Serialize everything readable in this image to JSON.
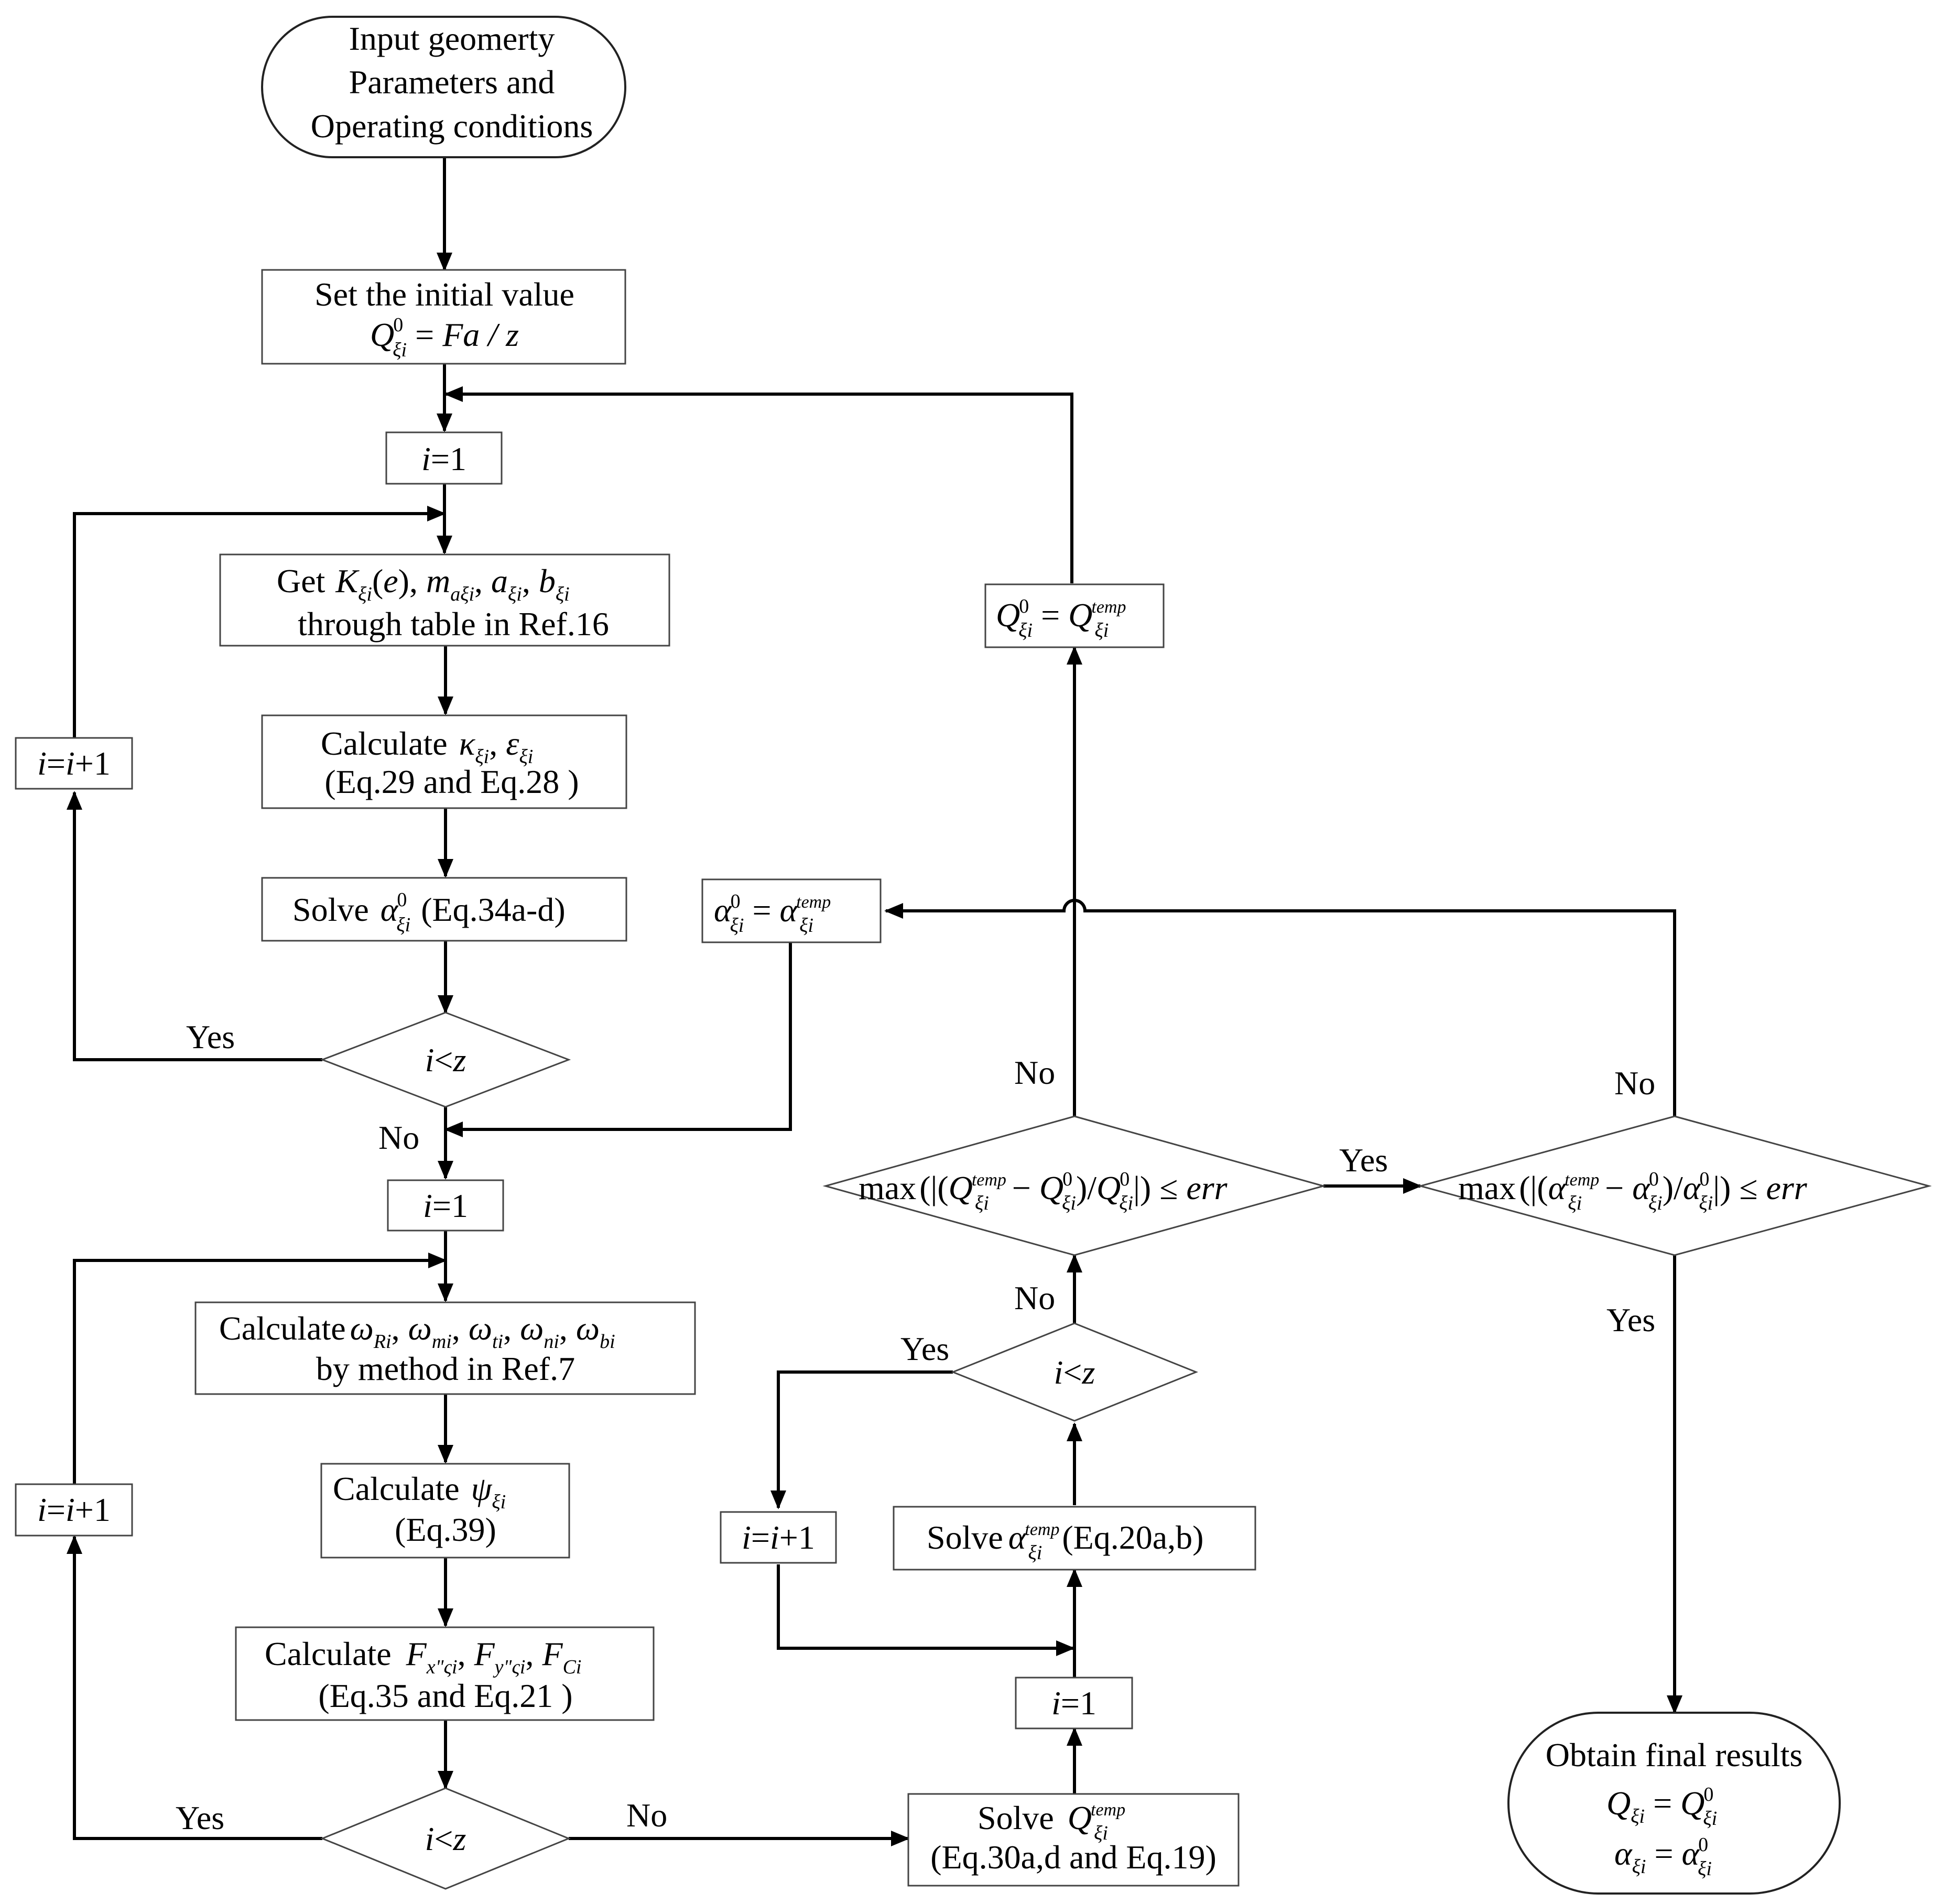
{
  "nodes": {
    "start": [
      "Input geomerty",
      "Parameters and",
      "Operating conditions"
    ],
    "init": {
      "line1": "Set the initial value",
      "eq": "Fa / z"
    },
    "i1a": "1",
    "get": {
      "prefix": "Get",
      "line2": "through table in Ref.16"
    },
    "calc1": {
      "prefix": "Calculate",
      "line2": "(Eq.29 and Eq.28 )"
    },
    "solve34": {
      "prefix": "Solve",
      "suffix": "(Eq.34a-d)"
    },
    "i1b": "1",
    "calc2": {
      "prefix": "Calculate",
      "line2": "by method in Ref.7"
    },
    "calc3": {
      "prefix": "Calculate",
      "line2": "(Eq.39)"
    },
    "calc4": {
      "prefix": "Calculate",
      "line2": "(Eq.35 and Eq.21 )"
    },
    "solveQ": {
      "prefix": "Solve",
      "line2": "(Eq.30a,d and Eq.19)"
    },
    "i1c": "1",
    "solve20": {
      "prefix": "Solve",
      "suffix": "(Eq.20a,b)"
    },
    "cond1": {
      "prefix": "max",
      "suffix": "err"
    },
    "cond2": {
      "prefix": "max",
      "suffix": "err"
    },
    "end": {
      "line1": "Obtain final results"
    }
  },
  "labels": {
    "yes": "Yes",
    "no": "No"
  },
  "symbols": {
    "temp": "temp",
    "zero": "0"
  }
}
